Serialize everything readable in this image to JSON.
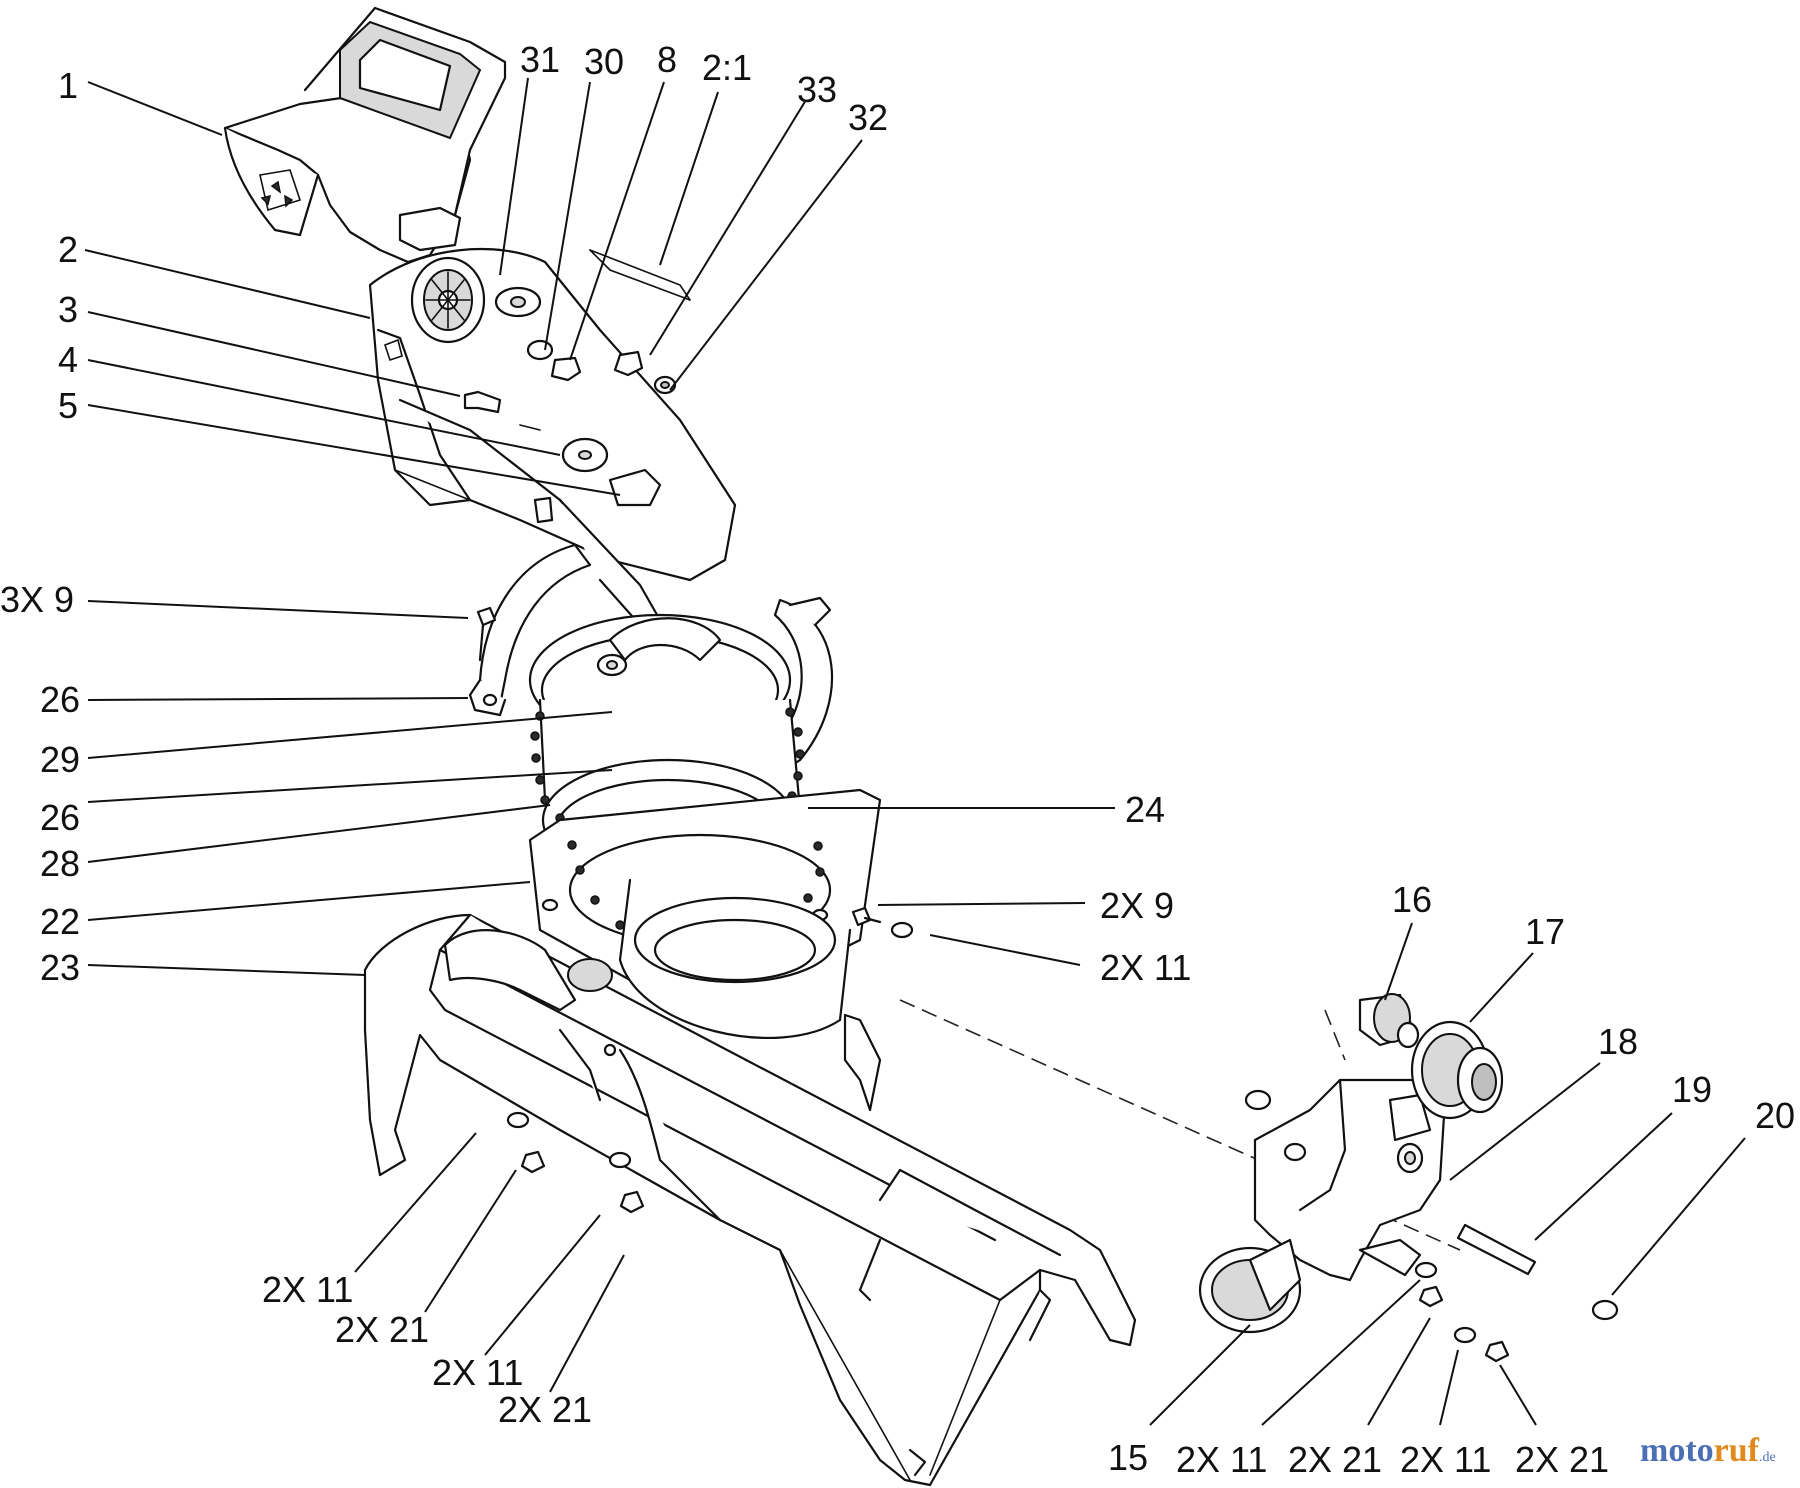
{
  "callouts": [
    {
      "id": "c1",
      "text": "1"
    },
    {
      "id": "c31",
      "text": "31"
    },
    {
      "id": "c30",
      "text": "30"
    },
    {
      "id": "c8",
      "text": "8"
    },
    {
      "id": "c21ratio",
      "text": "2:1"
    },
    {
      "id": "c33",
      "text": "33"
    },
    {
      "id": "c32",
      "text": "32"
    },
    {
      "id": "c2",
      "text": "2"
    },
    {
      "id": "c3",
      "text": "3"
    },
    {
      "id": "c4",
      "text": "4"
    },
    {
      "id": "c5",
      "text": "5"
    },
    {
      "id": "c3x9",
      "text": "3X 9"
    },
    {
      "id": "c26a",
      "text": "26"
    },
    {
      "id": "c29",
      "text": "29"
    },
    {
      "id": "c26b",
      "text": "26"
    },
    {
      "id": "c28",
      "text": "28"
    },
    {
      "id": "c24",
      "text": "24"
    },
    {
      "id": "c22",
      "text": "22"
    },
    {
      "id": "c2x9",
      "text": "2X 9"
    },
    {
      "id": "c23",
      "text": "23"
    },
    {
      "id": "c2x11a",
      "text": "2X 11"
    },
    {
      "id": "c16",
      "text": "16"
    },
    {
      "id": "c17",
      "text": "17"
    },
    {
      "id": "c18",
      "text": "18"
    },
    {
      "id": "c19",
      "text": "19"
    },
    {
      "id": "c20",
      "text": "20"
    },
    {
      "id": "c2x11b",
      "text": "2X 11"
    },
    {
      "id": "c2x21b",
      "text": "2X 21"
    },
    {
      "id": "c2x11c",
      "text": "2X 11"
    },
    {
      "id": "c2x21c",
      "text": "2X 21"
    },
    {
      "id": "c15",
      "text": "15"
    },
    {
      "id": "c2x11d",
      "text": "2X 11"
    },
    {
      "id": "c2x21d",
      "text": "2X 21"
    },
    {
      "id": "c2x11e",
      "text": "2X 11"
    },
    {
      "id": "c2x21e",
      "text": "2X 21"
    }
  ],
  "watermark": {
    "part1": "moto",
    "part2": "ruf",
    "part3": ".de"
  }
}
